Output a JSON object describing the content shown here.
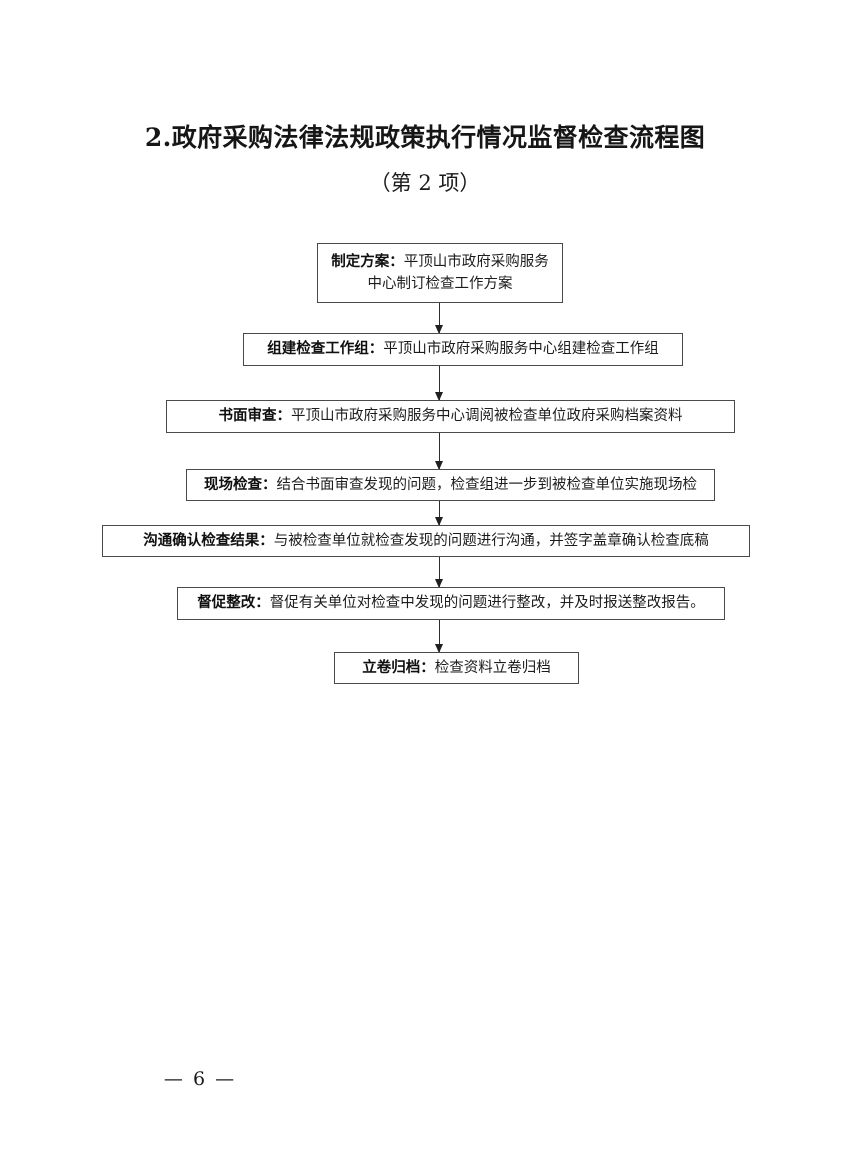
{
  "document": {
    "title": "2.政府采购法律法规政策执行情况监督检查流程图",
    "subtitle": "（第 2 项）",
    "page_number": "— 6 —"
  },
  "flowchart": {
    "type": "vertical-process-flow",
    "connector_count": 6,
    "nodes": [
      {
        "id": "node-1",
        "label": "制定方案：",
        "body": "平顶山市政府采购服务中心制订检查工作方案",
        "full_text": "制定方案：平顶山市政府采购服务中心制订检查工作方案"
      },
      {
        "id": "node-2",
        "label": "组建检查工作组：",
        "body": "平顶山市政府采购服务中心组建检查工作组",
        "full_text": "组建检查工作组：平顶山市政府采购服务中心组建检查工作组"
      },
      {
        "id": "node-3",
        "label": "书面审查：",
        "body": "平顶山市政府采购服务中心调阅被检查单位政府采购档案资料",
        "full_text": "书面审查：平顶山市政府采购服务中心调阅被检查单位政府采购档案资料"
      },
      {
        "id": "node-4",
        "label": "现场检查：",
        "body": "结合书面审查发现的问题，检查组进一步到被检查单位实施现场检",
        "full_text": "现场检查：结合书面审查发现的问题，检查组进一步到被检查单位实施现场检"
      },
      {
        "id": "node-5",
        "label": "沟通确认检查结果：",
        "body": "与被检查单位就检查发现的问题进行沟通，并签字盖章确认检查底稿",
        "full_text": "沟通确认检查结果：与被检查单位就检查发现的问题进行沟通，并签字盖章确认检查底稿"
      },
      {
        "id": "node-6",
        "label": "督促整改：",
        "body": "督促有关单位对检查中发现的问题进行整改，并及时报送整改报告。",
        "full_text": "督促整改：督促有关单位对检查中发现的问题进行整改，并及时报送整改报告。"
      },
      {
        "id": "node-7",
        "label": "立卷归档：",
        "body": "检查资料立卷归档",
        "full_text": "立卷归档：检查资料立卷归档"
      }
    ]
  },
  "colors": {
    "page_background": "#ffffff",
    "text": "#1a1a1a",
    "box_border": "#4a4a4a",
    "connector": "#2c2c2c"
  }
}
